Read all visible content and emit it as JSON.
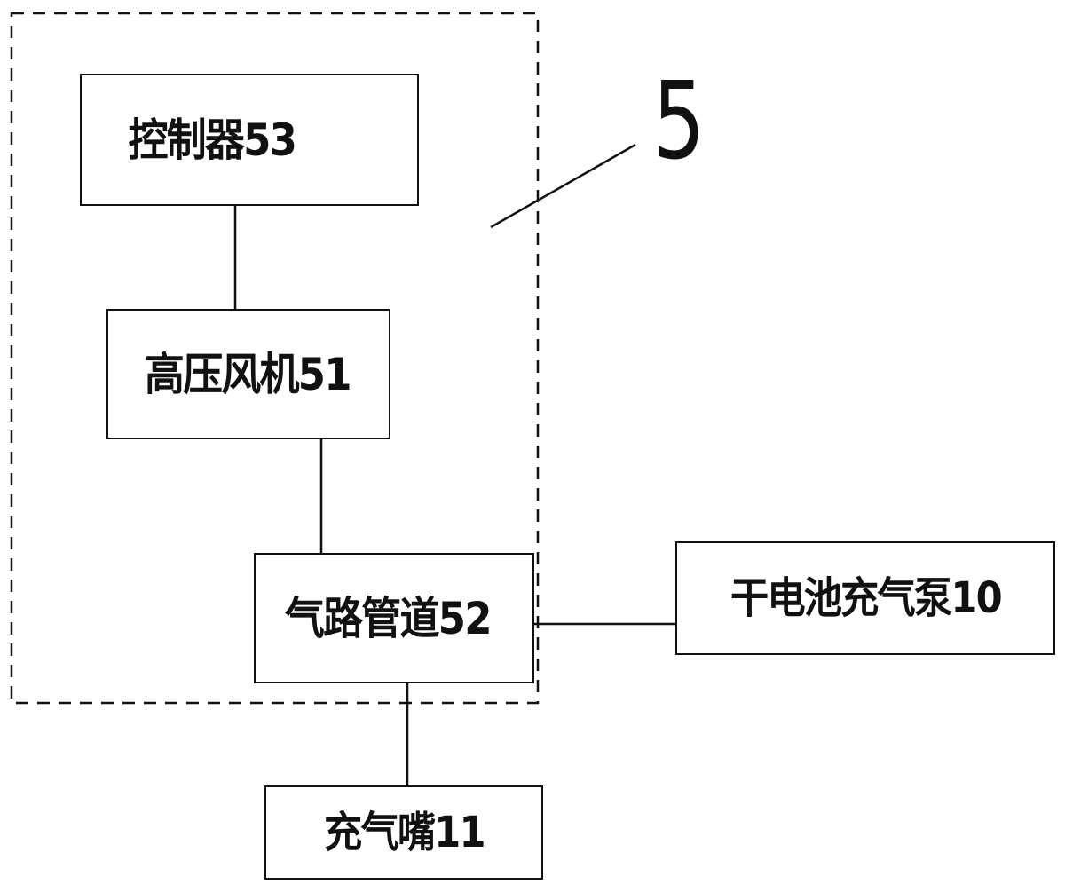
{
  "diagram": {
    "group_reference": "5",
    "blocks": {
      "controller": "控制器53",
      "blower": "高压风机51",
      "pipe": "气路管道52",
      "pump": "干电池充气泵10",
      "nozzle": "充气嘴11"
    },
    "connections": [
      [
        "控制器53",
        "高压风机51"
      ],
      [
        "高压风机51",
        "气路管道52"
      ],
      [
        "气路管道52",
        "干电池充气泵10"
      ],
      [
        "气路管道52",
        "充气嘴11"
      ]
    ]
  }
}
